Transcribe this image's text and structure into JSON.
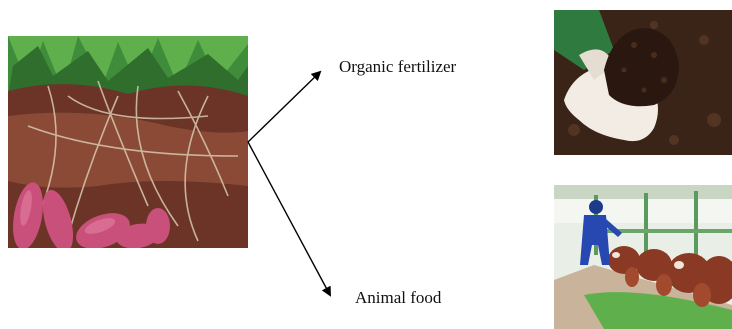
{
  "outputs": [
    {
      "label": "Organic fertilizer",
      "image": "hand-holding-compost"
    },
    {
      "label": "Animal food",
      "image": "cattle-feeding-in-barn"
    }
  ],
  "source_image": "sweet-potato-roots-and-vines",
  "colors": {
    "soil": "#6b3426",
    "potato": "#c8507a",
    "leaf": "#3f8c3a",
    "compost": "#3a2418",
    "glove": "#f2ece4",
    "cow": "#8a3a24",
    "arrow": "#000000"
  }
}
